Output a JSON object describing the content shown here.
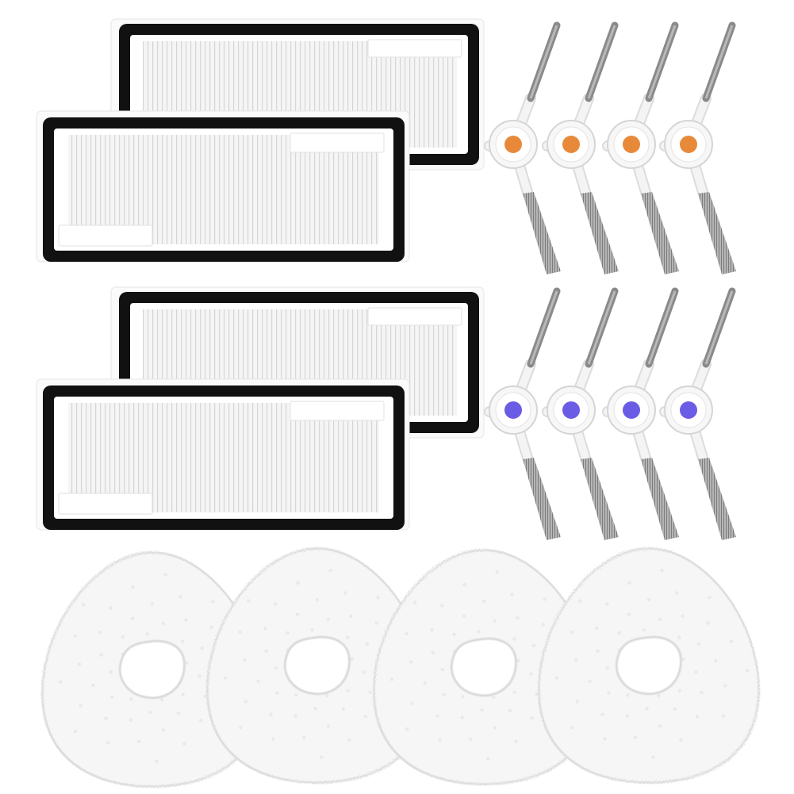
{
  "product": {
    "description_kind": "replacement accessory kit",
    "components": [
      {
        "name": "hepa-filter",
        "count": 4
      },
      {
        "name": "side-brush-orange-hub",
        "count": 4
      },
      {
        "name": "side-brush-blue-hub",
        "count": 4
      },
      {
        "name": "mop-pad",
        "count": 4
      }
    ]
  },
  "colors": {
    "background": "#ffffff",
    "filter_frame": "#111111",
    "filter_pleats": "#f3f3f3",
    "filter_tab": "#ffffff",
    "brush_hub_orange": "#e8893a",
    "brush_hub_blue": "#6b5ce6",
    "brush_bristle": "#8a8a8a",
    "brush_arm": "#f4f4f4",
    "mop_pad": "#f6f6f6",
    "mop_pad_edge": "#dedede"
  }
}
